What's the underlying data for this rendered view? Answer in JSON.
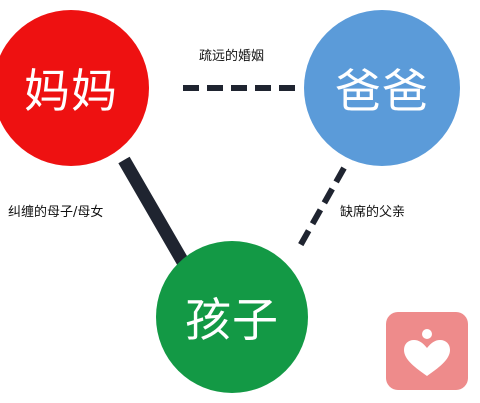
{
  "nodes": {
    "mom": "妈妈",
    "dad": "爸爸",
    "child": "孩子"
  },
  "edges": {
    "marriage": "疏远的婚姻",
    "mother_child": "纠缠的母子/母女",
    "father_child": "缺席的父亲"
  },
  "colors": {
    "mom": "#ee1111",
    "dad": "#5b9bd9",
    "child": "#139945",
    "line": "#1f2430",
    "badge": "#ee8b8b"
  },
  "icons": {
    "badge": "heart-person-icon"
  }
}
